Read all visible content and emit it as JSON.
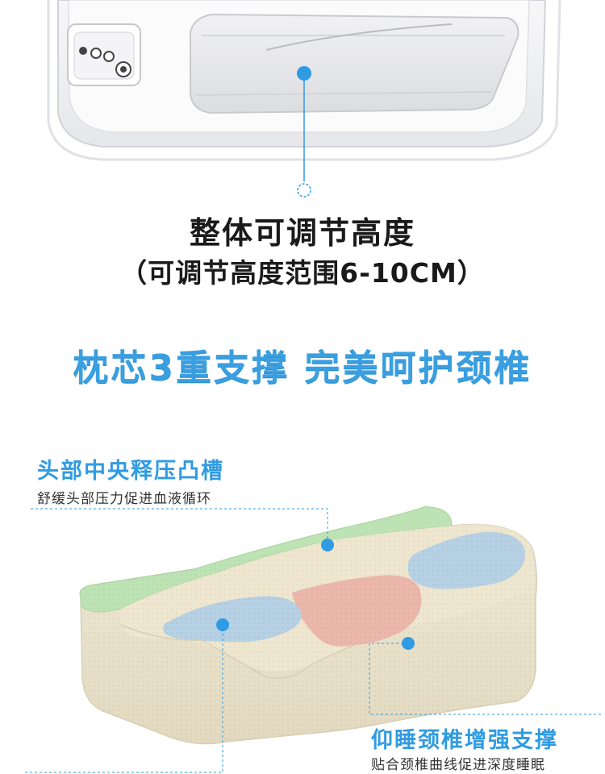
{
  "adjust": {
    "title": "整体可调节高度",
    "subtitle": "（可调节高度范围6-10CM）"
  },
  "headline": "枕芯3重支撑  完美呵护颈椎",
  "features": [
    {
      "title": "头部中央释压凸槽",
      "desc": "舒缓头部压力促进血液循环"
    },
    {
      "title": "仰睡颈椎增强支撑",
      "desc": "贴合颈椎曲线促进深度睡眠"
    }
  ],
  "colors": {
    "accent": "#3a9fe0",
    "marker": "#2f9be2",
    "pillow_base": "#ebe3cd",
    "zone_green": "#bde3b4",
    "zone_blue": "#b6d0e4",
    "zone_pink": "#ecb7ab"
  }
}
